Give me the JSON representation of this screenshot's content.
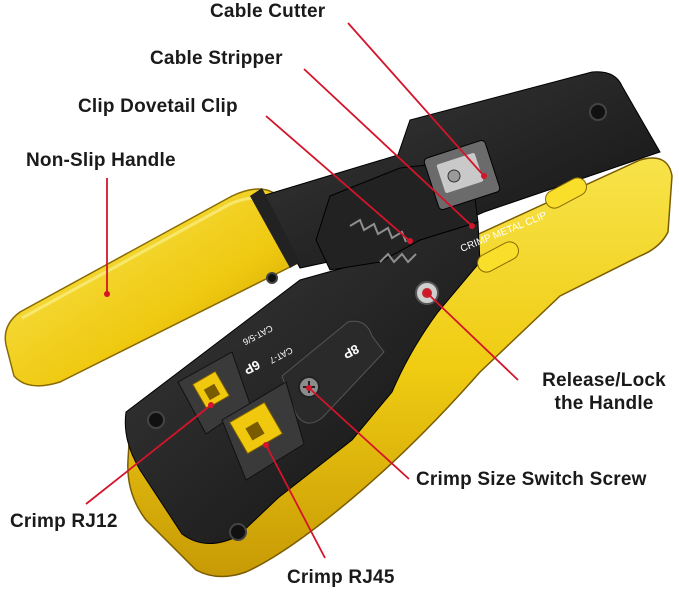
{
  "labels": {
    "cable_cutter": "Cable Cutter",
    "cable_stripper": "Cable Stripper",
    "clip_dovetail": "Clip Dovetail Clip",
    "non_slip_handle": "Non-Slip Handle",
    "release_lock_line1": "Release/Lock",
    "release_lock_line2": "the Handle",
    "crimp_switch_screw": "Crimp Size Switch Screw",
    "crimp_rj12": "Crimp RJ12",
    "crimp_rj45": "Crimp RJ45"
  },
  "tool_markings": {
    "crimp_metal_clip": "CRIMP METAL CLIP",
    "cat56": "CAT-5/6",
    "cat7": "CAT-7",
    "six_p": "6P",
    "eight_p": "8P"
  },
  "colors": {
    "handle_yellow": "#f2d21a",
    "body_black": "#1c1c1c",
    "leader_red": "#d4142a",
    "label_text": "#1a1a1a"
  }
}
